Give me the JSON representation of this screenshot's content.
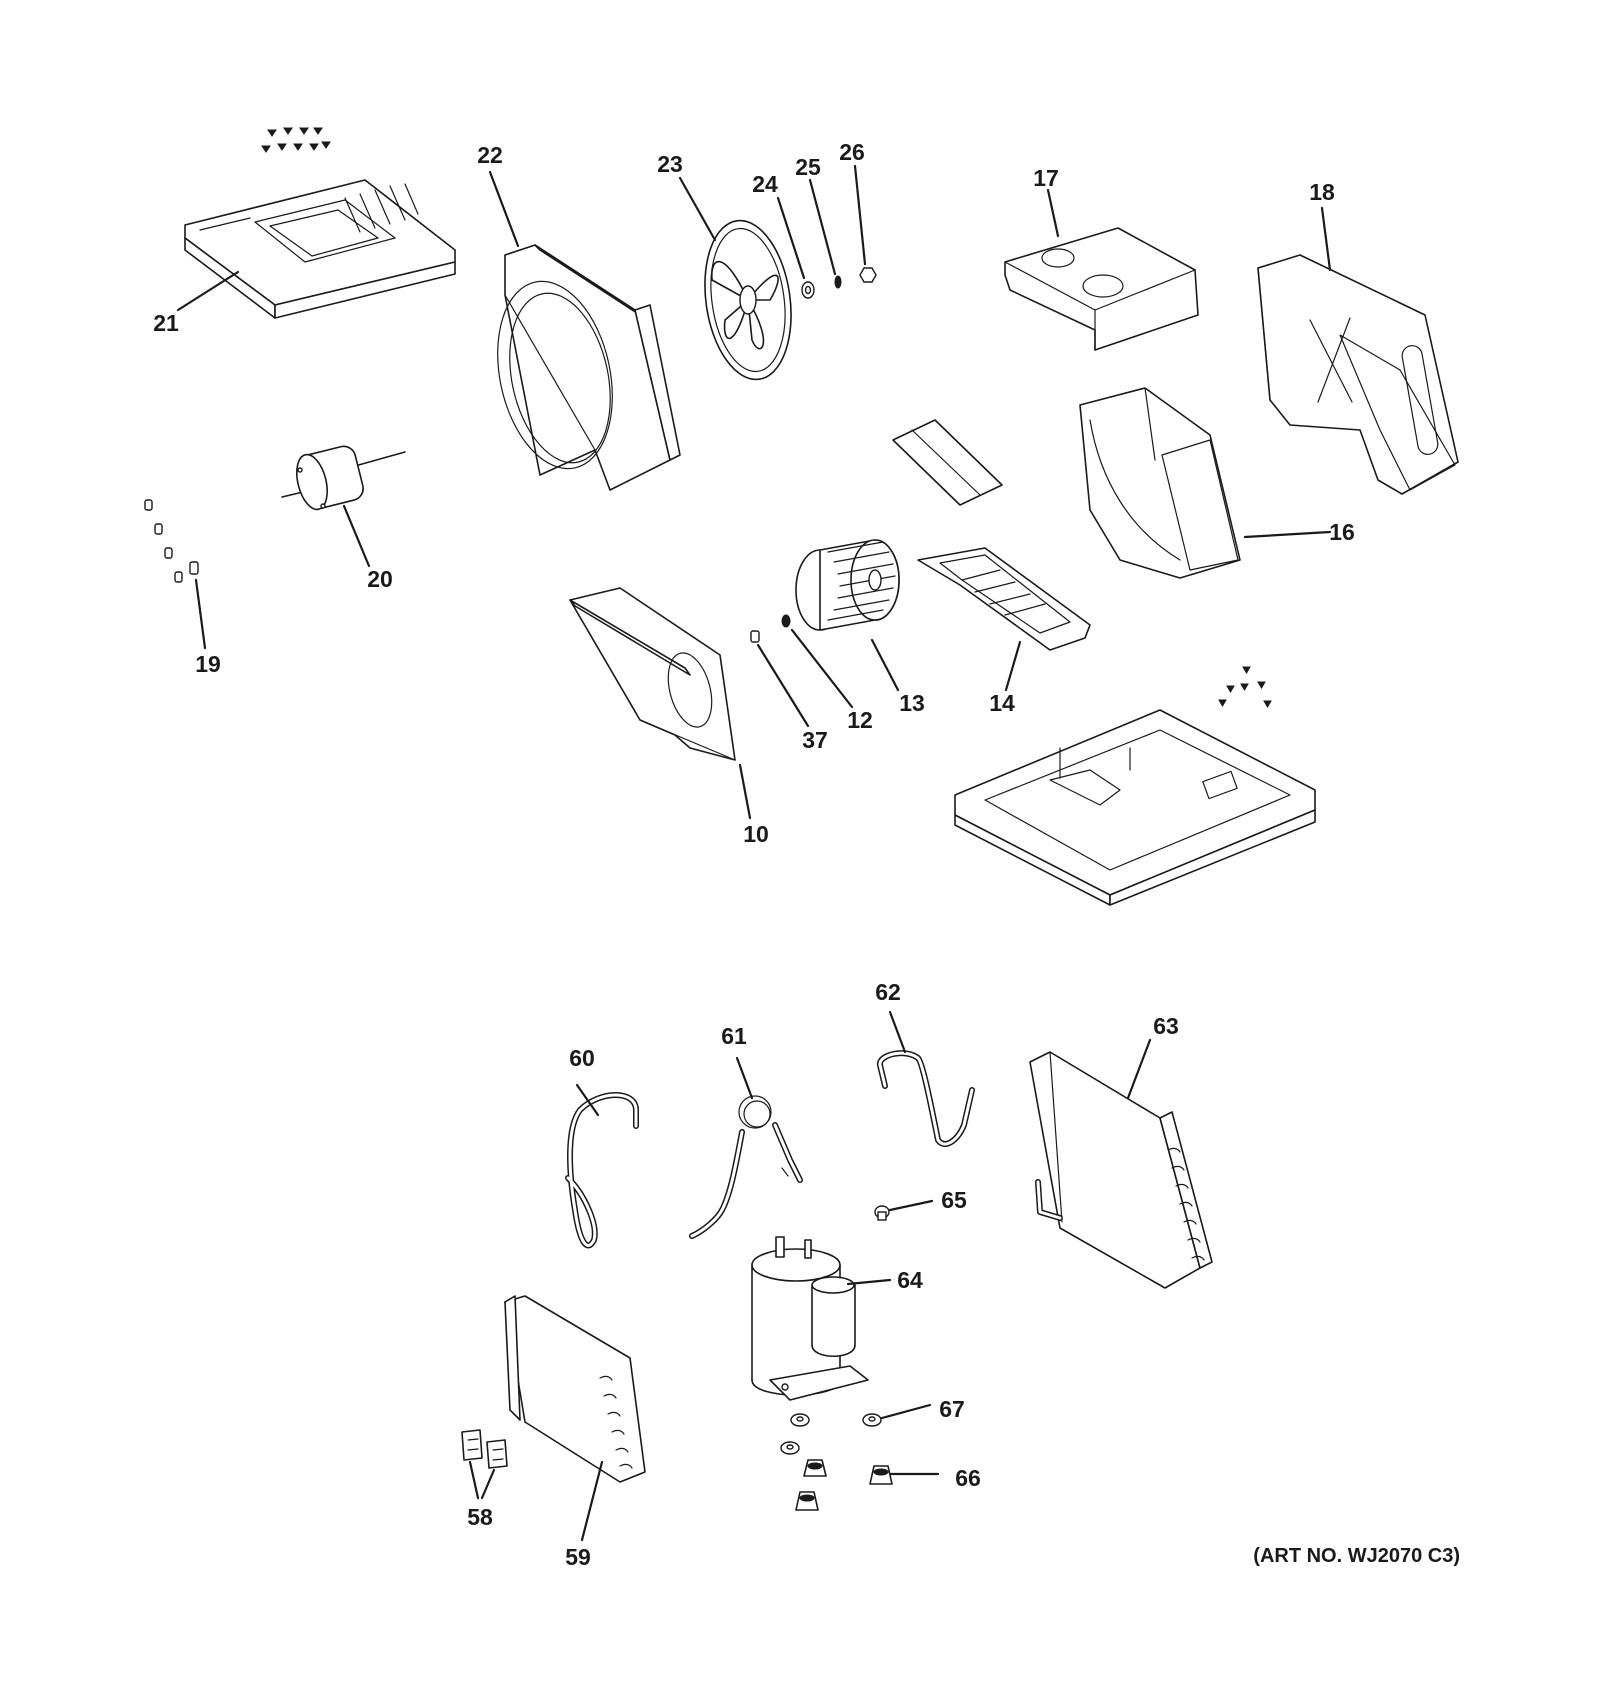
{
  "diagram": {
    "art_number": "(ART NO. WJ2070 C3)",
    "callouts": {
      "c10": "10",
      "c12": "12",
      "c13": "13",
      "c14": "14",
      "c16": "16",
      "c17": "17",
      "c18": "18",
      "c19": "19",
      "c20": "20",
      "c21": "21",
      "c22": "22",
      "c23": "23",
      "c24": "24",
      "c25": "25",
      "c26": "26",
      "c37": "37",
      "c58": "58",
      "c59": "59",
      "c60": "60",
      "c61": "61",
      "c62": "62",
      "c63": "63",
      "c64": "64",
      "c65": "65",
      "c66": "66",
      "c67": "67"
    },
    "line_color": "#1a1a1a",
    "background": "#ffffff"
  }
}
